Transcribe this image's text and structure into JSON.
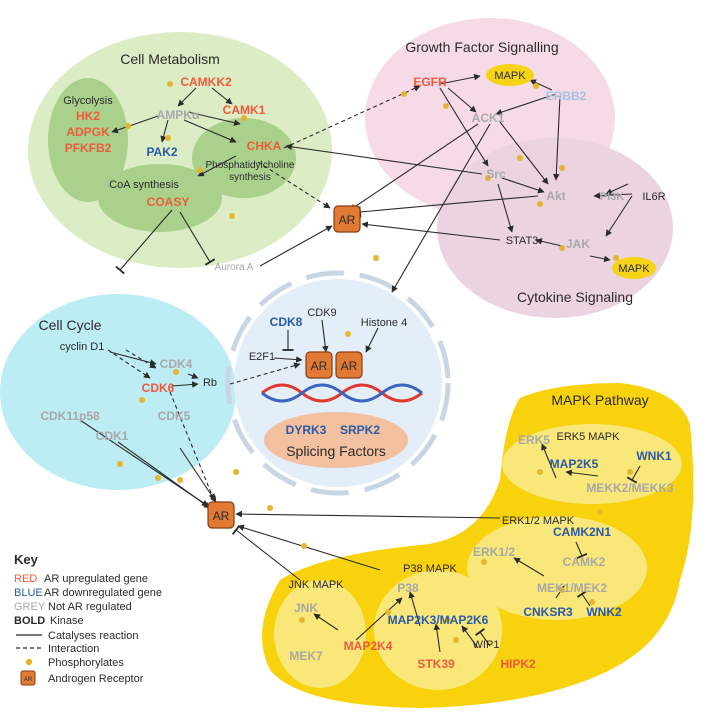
{
  "colors": {
    "red": "#f05a3c",
    "blue": "#2a5aa8",
    "grey": "#a8a8a8",
    "dark": "#2b2b2b",
    "metab_bg": "#dcecc4",
    "metab_inner": "#a9d18c",
    "growth_bg": "#f6dbe6",
    "cyto_bg": "#ecd3e0",
    "cycle_bg": "#bcecf4",
    "nucleus_bg": "#e4eef8",
    "splice_bg": "#f3c0a0",
    "mapk_bg": "#f8d20c",
    "mapk_inner": "#f9e77a",
    "ar_fill": "#e07a35",
    "ar_stroke": "#8a3d10",
    "phospho": "#e5b52f",
    "mapk_badge": "#f5d416"
  },
  "metabolism": {
    "title": "Cell Metabolism",
    "glycolysis_label": "Glycolysis",
    "hk2": "HK2",
    "adpgk": "ADPGK",
    "pfkfb2": "PFKFB2",
    "camkk2": "CAMKK2",
    "ampka": "AMPKα",
    "camk1": "CAMK1",
    "pak2": "PAK2",
    "chka": "CHKA",
    "pc_line1": "Phosphatidylcholine",
    "pc_line2": "synthesis",
    "coa_label": "CoA synthesis",
    "coasy": "COASY",
    "aurora": "Aurora A"
  },
  "growth": {
    "title": "Growth Factor Signalling",
    "egfr": "EGFR",
    "mapk": "MAPK",
    "erbb2": "ERBB2",
    "ack1": "ACK1",
    "src": "Src",
    "akt": "Akt",
    "pi3k": "PI3K",
    "il6r": "IL6R"
  },
  "cytokine": {
    "title": "Cytokine Signaling",
    "stat3": "STAT3",
    "jak": "JAK",
    "mapk": "MAPK"
  },
  "nucleus": {
    "cdk9": "CDK9",
    "cdk8": "CDK8",
    "histone4": "Histone 4",
    "e2f1": "E2F1",
    "ar1": "AR",
    "ar2": "AR",
    "dyrk3": "DYRK3",
    "srpk2": "SRPK2",
    "splicing": "Splicing Factors"
  },
  "ar_top": "AR",
  "ar_main": "AR",
  "cycle": {
    "title": "Cell Cycle",
    "cyclin_d1": "cyclin D1",
    "cdk4": "CDK4",
    "cdk6": "CDK6",
    "rb": "Rb",
    "cdk11p58": "CDK11p58",
    "cdk1": "CDK1",
    "cdk5": "CDK5"
  },
  "mapk_pathway": {
    "title": "MAPK Pathway",
    "erk5": "ERK5",
    "erk5_mapk": "ERK5 MAPK",
    "map2k5": "MAP2K5",
    "wnk1": "WNK1",
    "mekk": "MEKK2/MEKK3",
    "erk12_mapk": "ERK1/2 MAPK",
    "camk2n1": "CAMK2N1",
    "erk12": "ERK1/2",
    "camk2": "CAMK2",
    "mek12": "MEK1/MEK2",
    "cnksr3": "CNKSR3",
    "wnk2": "WNK2",
    "p38_mapk": "P38 MAPK",
    "jnk_mapk": "JNK MAPK",
    "jnk": "JNK",
    "mek7": "MEK7",
    "map2k4": "MAP2K4",
    "p38": "P38",
    "map2k36": "MAP2K3/MAP2K6",
    "wip1": "WIP1",
    "stk39": "STK39",
    "hipk2": "HIPK2"
  },
  "key": {
    "title": "Key",
    "red_word": "RED",
    "red_text": "AR upregulated gene",
    "blue_word": "BLUE",
    "blue_text": "AR downregulated gene",
    "grey_word": "GREY",
    "grey_text": "Not AR regulated",
    "bold_word": "BOLD",
    "bold_text": "Kinase",
    "solid_text": "Catalyses reaction",
    "dashed_text": "Interaction",
    "phospho_text": "Phosphorylates",
    "ar_icon": "AR",
    "ar_text": "Androgen Receptor"
  }
}
